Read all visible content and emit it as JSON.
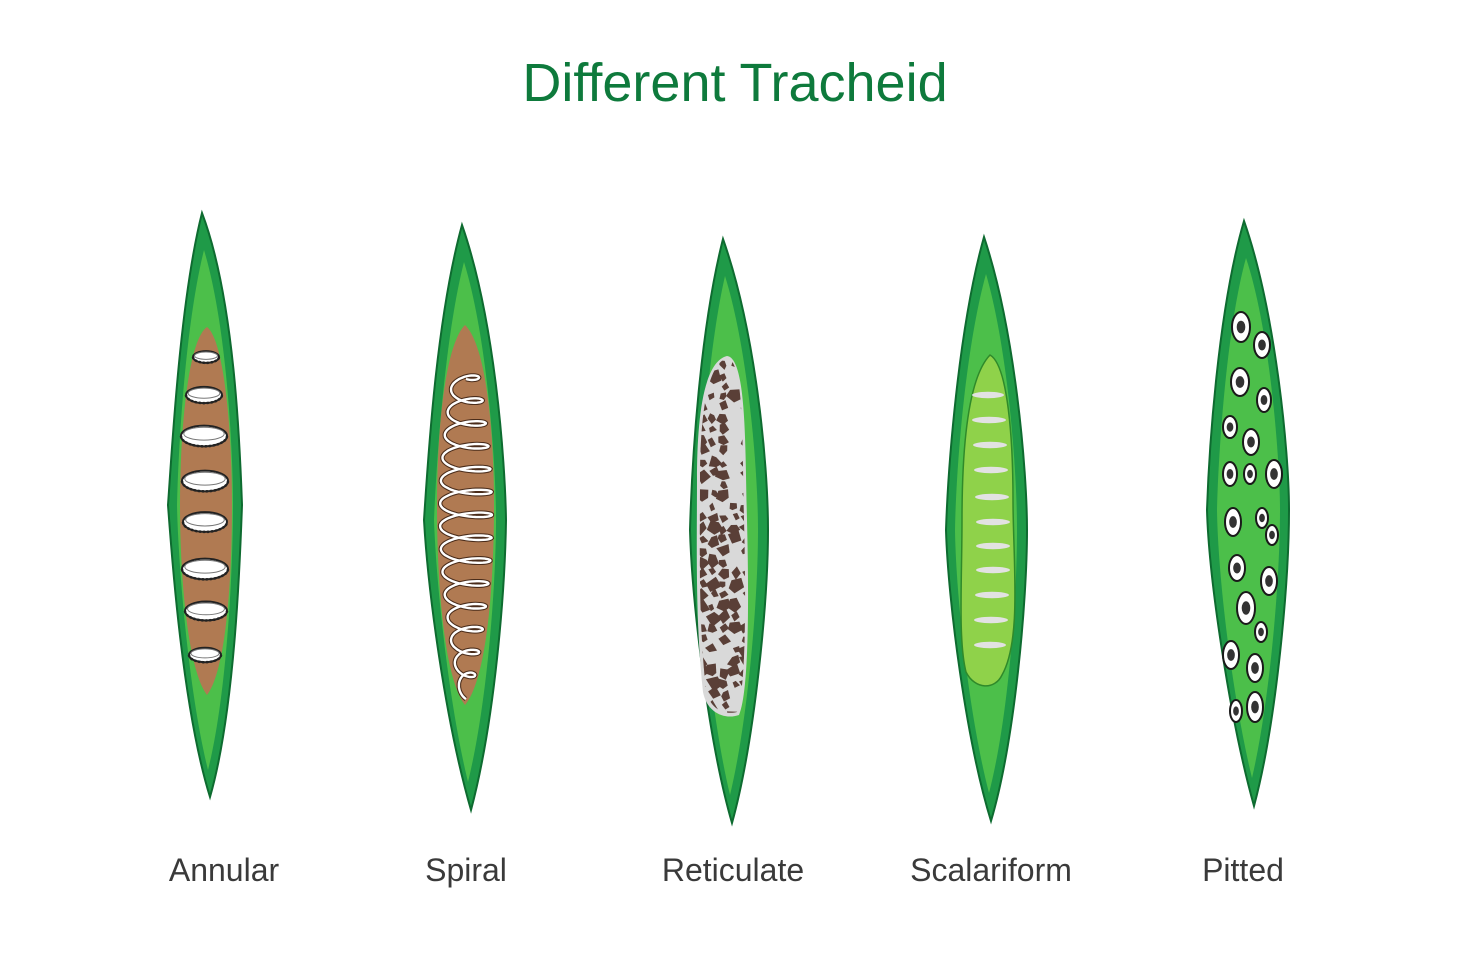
{
  "title": "Different Tracheid",
  "types": [
    "Annular",
    "Spiral",
    "Reticulate",
    "Scalariform",
    "Pitted"
  ],
  "colors": {
    "title": "#0e7a3c",
    "outer_green": "#1f9a48",
    "inner_green": "#4cbf4a",
    "lumen_brown": "#b07a52",
    "scalariform_lumen": "#8fd24a",
    "reticulate_fill": "#5a3f37",
    "pit_dark": "#333333",
    "label": "#3a3a3a"
  }
}
